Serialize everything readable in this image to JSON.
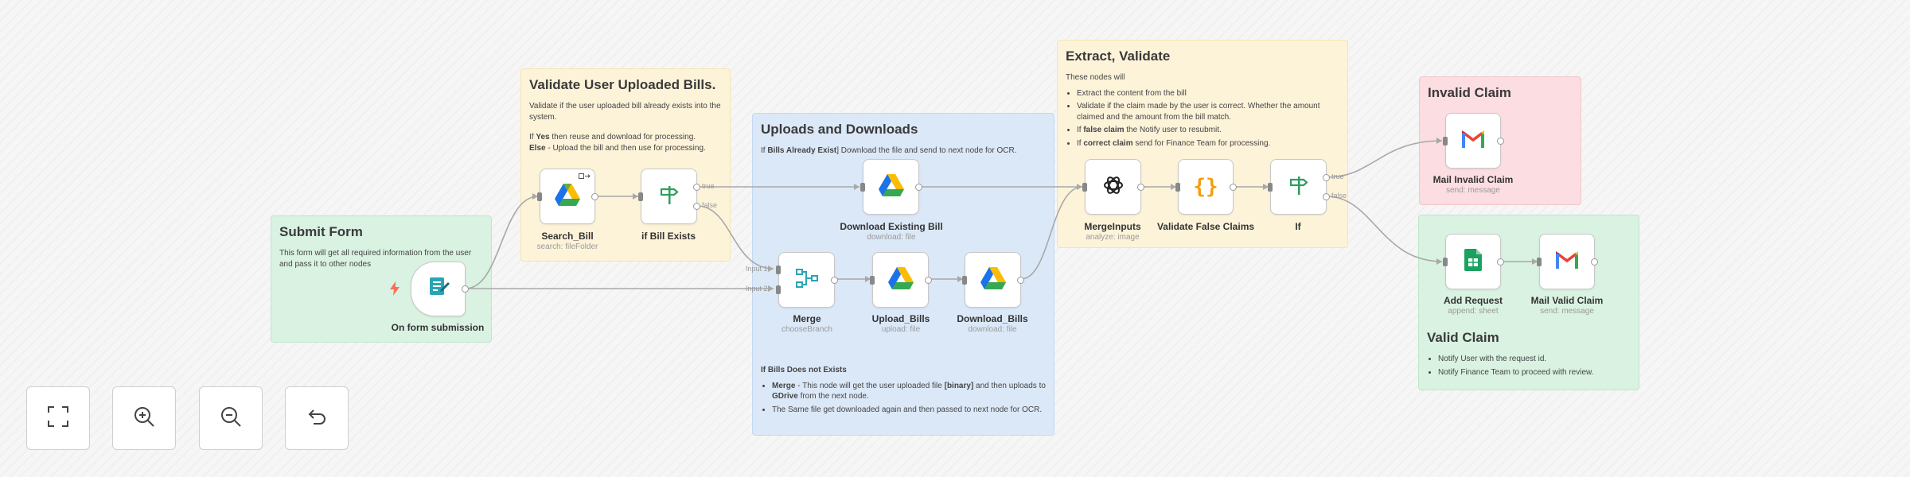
{
  "notes": {
    "submit": {
      "title": "Submit Form",
      "body": "This form will get all required information from the user and pass it to other nodes"
    },
    "validate": {
      "title": "Validate User Uploaded Bills.",
      "p1": "Validate if the user uploaded bill already exists into the system.",
      "p2_pre1": "If ",
      "p2_b1": "Yes",
      "p2_mid": " then reuse and download for processing.",
      "p2_b2": "Else",
      "p2_post": " - Upload the bill and then use for processing."
    },
    "uploads": {
      "title": "Uploads and Downloads",
      "line_pre": "If ",
      "line_b": "Bills Already Exist",
      "line_post": "] Download the file and send to next node for OCR.",
      "bottom_heading": "If Bills Does not Exists",
      "b1_pre": "",
      "b1_b1": "Merge",
      "b1_mid": " - This node will get the user uploaded file ",
      "b1_b2": "[binary]",
      "b1_mid2": " and then uploads to ",
      "b1_b3": "GDrive",
      "b1_post": " from the next node.",
      "b2": "The Same file get downloaded again and then passed to next node for OCR."
    },
    "extract": {
      "title": "Extract, Validate",
      "intro": "These nodes will",
      "li1": "Extract the content from the bill",
      "li2": "Validate if the claim made by the user is correct. Whether the amount claimed and the amount from the bill match.",
      "li3_pre": "If ",
      "li3_b": "false claim",
      "li3_post": " the Notify user to resubmit.",
      "li4_pre": "If ",
      "li4_b": "correct claim",
      "li4_post": " send for Finance Team for processing."
    },
    "invalid": {
      "title": "Invalid Claim"
    },
    "valid": {
      "title": "Valid Claim",
      "li1": "Notify User with the request id.",
      "li2": "Notify Finance Team to proceed with review."
    }
  },
  "nodes": {
    "on_form": {
      "label": "On form submission",
      "sub": ""
    },
    "search_bill": {
      "label": "Search_Bill",
      "sub": "search: fileFolder"
    },
    "if_bill_exists": {
      "label": "if Bill Exists",
      "sub": ""
    },
    "download_existing": {
      "label": "Download Existing Bill",
      "sub": "download: file"
    },
    "merge": {
      "label": "Merge",
      "sub": "chooseBranch"
    },
    "upload_bills": {
      "label": "Upload_Bills",
      "sub": "upload: file"
    },
    "download_bills": {
      "label": "Download_Bills",
      "sub": "download: file"
    },
    "mergeinputs": {
      "label": "MergeInputs",
      "sub": "analyze: image"
    },
    "validate_false": {
      "label": "Validate False Claims",
      "sub": ""
    },
    "if": {
      "label": "If",
      "sub": ""
    },
    "mail_invalid": {
      "label": "Mail Invalid Claim",
      "sub": "send: message"
    },
    "add_request": {
      "label": "Add Request",
      "sub": "append: sheet"
    },
    "mail_valid": {
      "label": "Mail Valid Claim",
      "sub": "send: message"
    }
  },
  "edge_labels": {
    "true1": "true",
    "false1": "false",
    "input1": "Input 1",
    "input2": "Input 2",
    "true2": "true",
    "false2": "false"
  },
  "icons": {
    "trigger": "lightning-icon",
    "form": "form-icon",
    "gdrive": "google-drive-icon",
    "if": "signpost-icon",
    "merge": "merge-icon",
    "openai": "openai-icon",
    "code": "curly-braces-icon",
    "gmail": "gmail-icon",
    "sheets": "google-sheets-icon",
    "search_action": "search-action-icon"
  },
  "controls": {
    "fit": "fit-view",
    "zoom_in": "zoom-in",
    "zoom_out": "zoom-out",
    "reset": "reset-zoom"
  },
  "colors": {
    "green_note": "#d9f2e1",
    "yellow_note": "#fdf3d9",
    "blue_note": "#dbe8f8",
    "red_note": "#fbdde2",
    "accent_green": "#1aa260",
    "gmail_red": "#ea4335"
  }
}
